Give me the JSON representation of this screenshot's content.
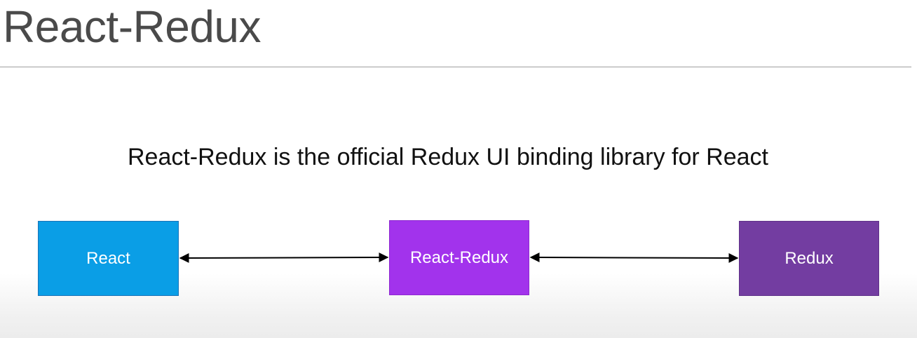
{
  "slide": {
    "title": "React-Redux",
    "subtitle": "React-Redux is the official Redux UI binding library for React"
  },
  "diagram": {
    "nodes": [
      {
        "id": "react",
        "label": "React",
        "fill": "#0a9ee6",
        "border": "#1a73b8"
      },
      {
        "id": "react-redux",
        "label": "React-Redux",
        "fill": "#a233ec",
        "border": "#8e2ad0"
      },
      {
        "id": "redux",
        "label": "Redux",
        "fill": "#733da1",
        "border": "#5f3188"
      }
    ],
    "edges": [
      {
        "from": "react",
        "to": "react-redux",
        "direction": "both"
      },
      {
        "from": "react-redux",
        "to": "redux",
        "direction": "both"
      }
    ],
    "edge_color": "#000000"
  }
}
